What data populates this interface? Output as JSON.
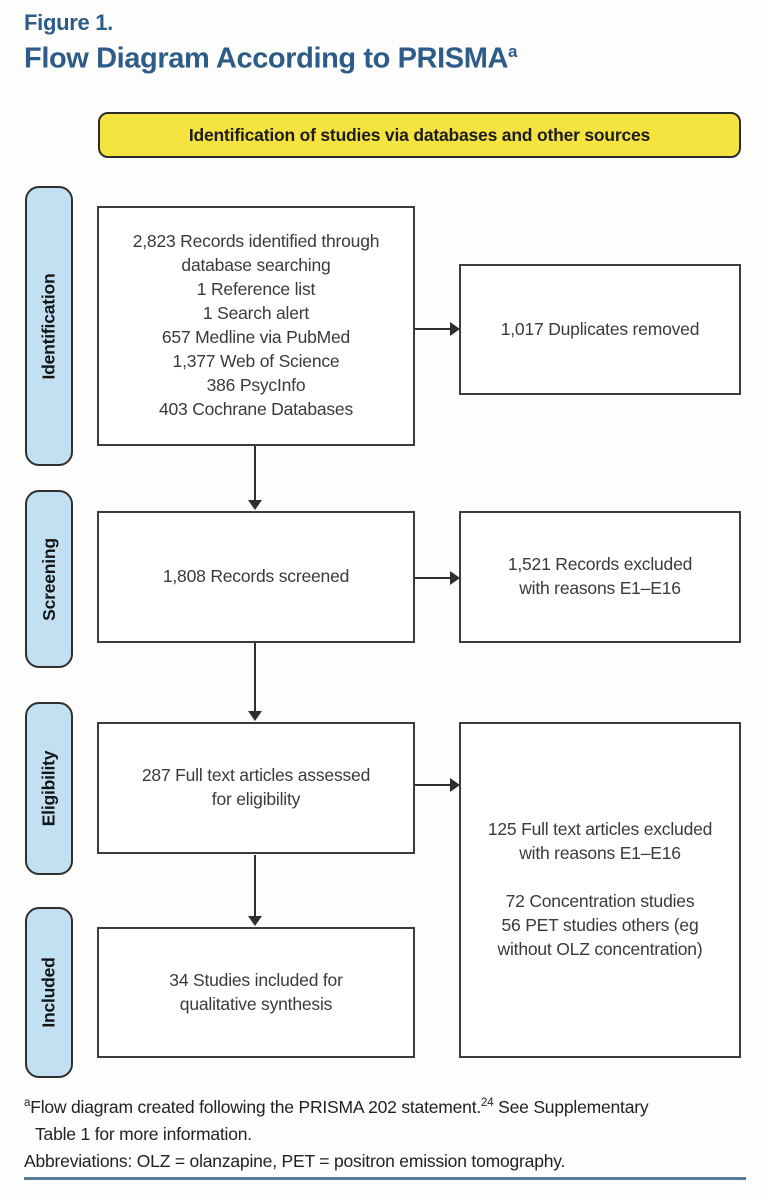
{
  "header": {
    "figure_label": "Figure 1.",
    "title": "Flow Diagram According to PRISMA",
    "title_superscript": "a"
  },
  "banner": {
    "text": "Identification of studies via databases and other sources"
  },
  "stages": [
    {
      "label": "Identification"
    },
    {
      "label": "Screening"
    },
    {
      "label": "Eligibility"
    },
    {
      "label": "Included"
    }
  ],
  "flow": {
    "identification_box": "2,823 Records identified through\ndatabase searching\n1 Reference list\n1 Search alert\n657 Medline via PubMed\n1,377 Web of Science\n386 PsycInfo\n403 Cochrane Databases",
    "duplicates_box": "1,017 Duplicates removed",
    "screened_box": "1,808 Records screened",
    "records_excluded_box": "1,521 Records excluded\nwith reasons E1–E16",
    "fulltext_box": "287 Full text articles assessed\nfor eligibility",
    "fulltext_excluded_box": "125 Full text articles excluded\nwith reasons E1–E16\n\n72 Concentration studies\n56 PET studies others (eg\nwithout OLZ concentration)",
    "included_box": "34 Studies included for\nqualitative synthesis"
  },
  "footnotes": {
    "note_superscript": "a",
    "note_text": "Flow diagram created following the PRISMA 202 statement.",
    "reference_superscript": "24",
    "note_tail": " See Supplementary",
    "note_line2": "Table 1 for more information.",
    "abbreviations": "Abbreviations: OLZ = olanzapine, PET = positron emission tomography."
  },
  "colors": {
    "title_blue": "#2E5C88",
    "banner_yellow": "#F5E340",
    "stage_blue": "#C2E0F2",
    "rule_blue": "#567D9B",
    "page_bg": "#FDFDFC"
  }
}
